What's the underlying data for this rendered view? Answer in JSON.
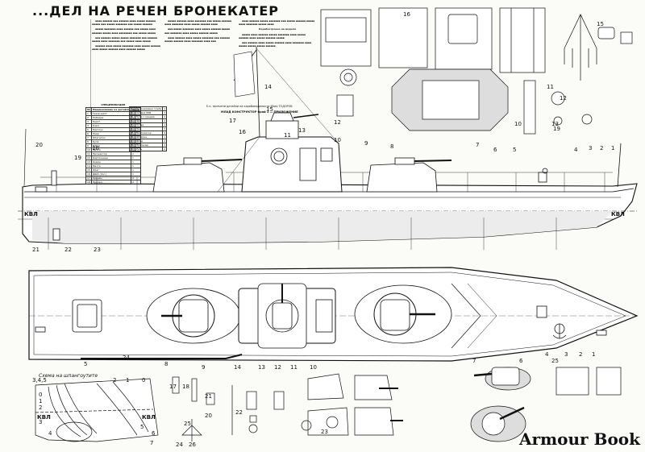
{
  "title": "...ДЕЛ НА РЕЧЕН БРОНЕКАТЕР",
  "watermark": "Armour Book",
  "waterline_label": "КВЛ",
  "schema_label": "Схема на шпангоутите",
  "spec_table": {
    "heading": "СПЕЦИФИКАЦИЯ",
    "header": [
      "№",
      "Наименование на детайла",
      "Брой"
    ],
    "rows": [
      [
        "1",
        "Газов шахт",
        "1"
      ],
      [
        "2",
        "Лебедка",
        "1"
      ],
      [
        "3",
        "Кнехт",
        "4"
      ],
      [
        "4",
        "Клюз",
        "2"
      ],
      [
        "5",
        "Нактоуз",
        "1"
      ],
      [
        "6",
        "Леер",
        "1"
      ],
      [
        "7",
        "Флагшток",
        "1"
      ],
      [
        "8",
        "Кула",
        "2"
      ],
      [
        "9",
        "Рубка",
        "1"
      ],
      [
        "10",
        "Мачта",
        "1"
      ],
      [
        "11",
        "Прожектор",
        "2"
      ],
      [
        "12",
        "Картечница",
        "1"
      ],
      [
        "13",
        "Комин",
        "1"
      ],
      [
        "14",
        "Мачта",
        "1"
      ],
      [
        "15",
        "Флаг",
        "1"
      ],
      [
        "16",
        "ДЩК (пос.)",
        "1"
      ],
      [
        "17",
        "Кранец",
        "4"
      ],
      [
        "18",
        "Пропел.",
        "2"
      ]
    ]
  },
  "spec_table_2": {
    "rows": [
      [
        "19",
        "Водоналивна тръба",
        "1"
      ],
      [
        "20",
        "Антена УКВ",
        "1"
      ],
      [
        "21",
        "Кула с оръдие",
        "2"
      ],
      [
        "22",
        "Щит",
        "2"
      ],
      [
        "23",
        "Котва",
        "1"
      ],
      [
        "24",
        "Люк",
        "3"
      ],
      [
        "25",
        "Вентилатор",
        "4"
      ],
      [
        "26",
        "Шлюпка",
        "1"
      ],
      [
        "27",
        "Дюзи",
        "2"
      ],
      [
        "28",
        "Пропелер",
        "2"
      ],
      [
        "29",
        "Руль",
        "2"
      ]
    ]
  },
  "credit": "Е.н. засечени детайли на корабомоделиста Илия ТОДОРОВ",
  "caption": "МЛАД КОНСТРУКТОР брой 1 — ПРИЛОЖЕНИЕ",
  "section_heading": "Корабостроене на модела",
  "frame_numbers": [
    "0",
    "1",
    "2",
    "3",
    "4",
    "5",
    "6",
    "7"
  ],
  "frame_numbers_top": [
    "3,4,5",
    "2",
    "1",
    "0"
  ],
  "callouts_side": [
    "20",
    "18",
    "19",
    "17",
    "16",
    "15",
    "14",
    "13",
    "12",
    "11",
    "10",
    "9",
    "8",
    "7",
    "6",
    "5",
    "4",
    "3",
    "2",
    "1",
    "21",
    "22",
    "23"
  ],
  "callouts_plan": [
    "5",
    "24",
    "8",
    "9",
    "14",
    "13",
    "12",
    "11",
    "10",
    "7",
    "6",
    "4",
    "25",
    "3",
    "2",
    "1"
  ],
  "callouts_detail": [
    "15",
    "11",
    "12",
    "13",
    "19",
    "10",
    "16",
    "21",
    "20",
    "17",
    "18",
    "22",
    "23",
    "24",
    "25",
    "26"
  ],
  "colors": {
    "ink": "#111111",
    "paper": "#fbfbf8",
    "hull_shade": "#e6e6e6"
  }
}
